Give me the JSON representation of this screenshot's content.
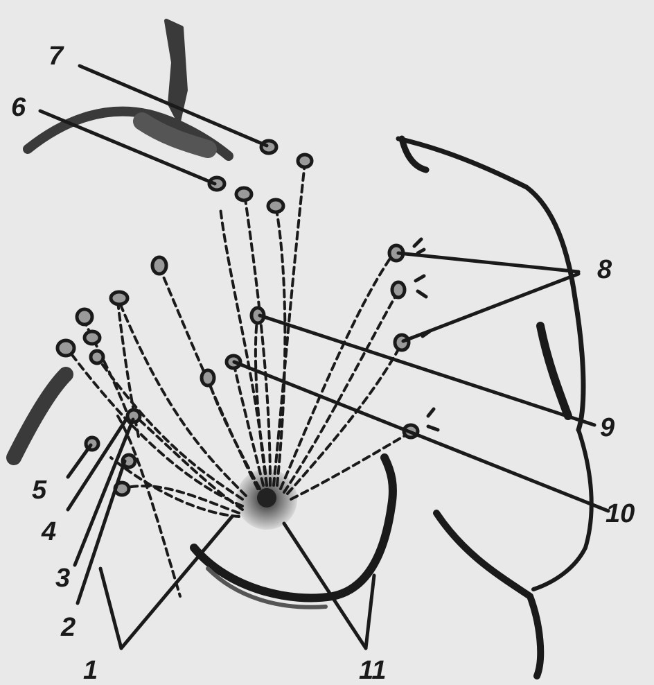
{
  "labels": {
    "l1": "1",
    "l2": "2",
    "l3": "3",
    "l4": "4",
    "l5": "5",
    "l6": "6",
    "l7": "7",
    "l8": "8",
    "l9": "9",
    "l10": "10",
    "l11": "11"
  },
  "colors": {
    "background": "#e9e9e9",
    "ink": "#1a1a1a",
    "shade": "#3a3a3a",
    "node_fill": "#9a9a9a"
  }
}
